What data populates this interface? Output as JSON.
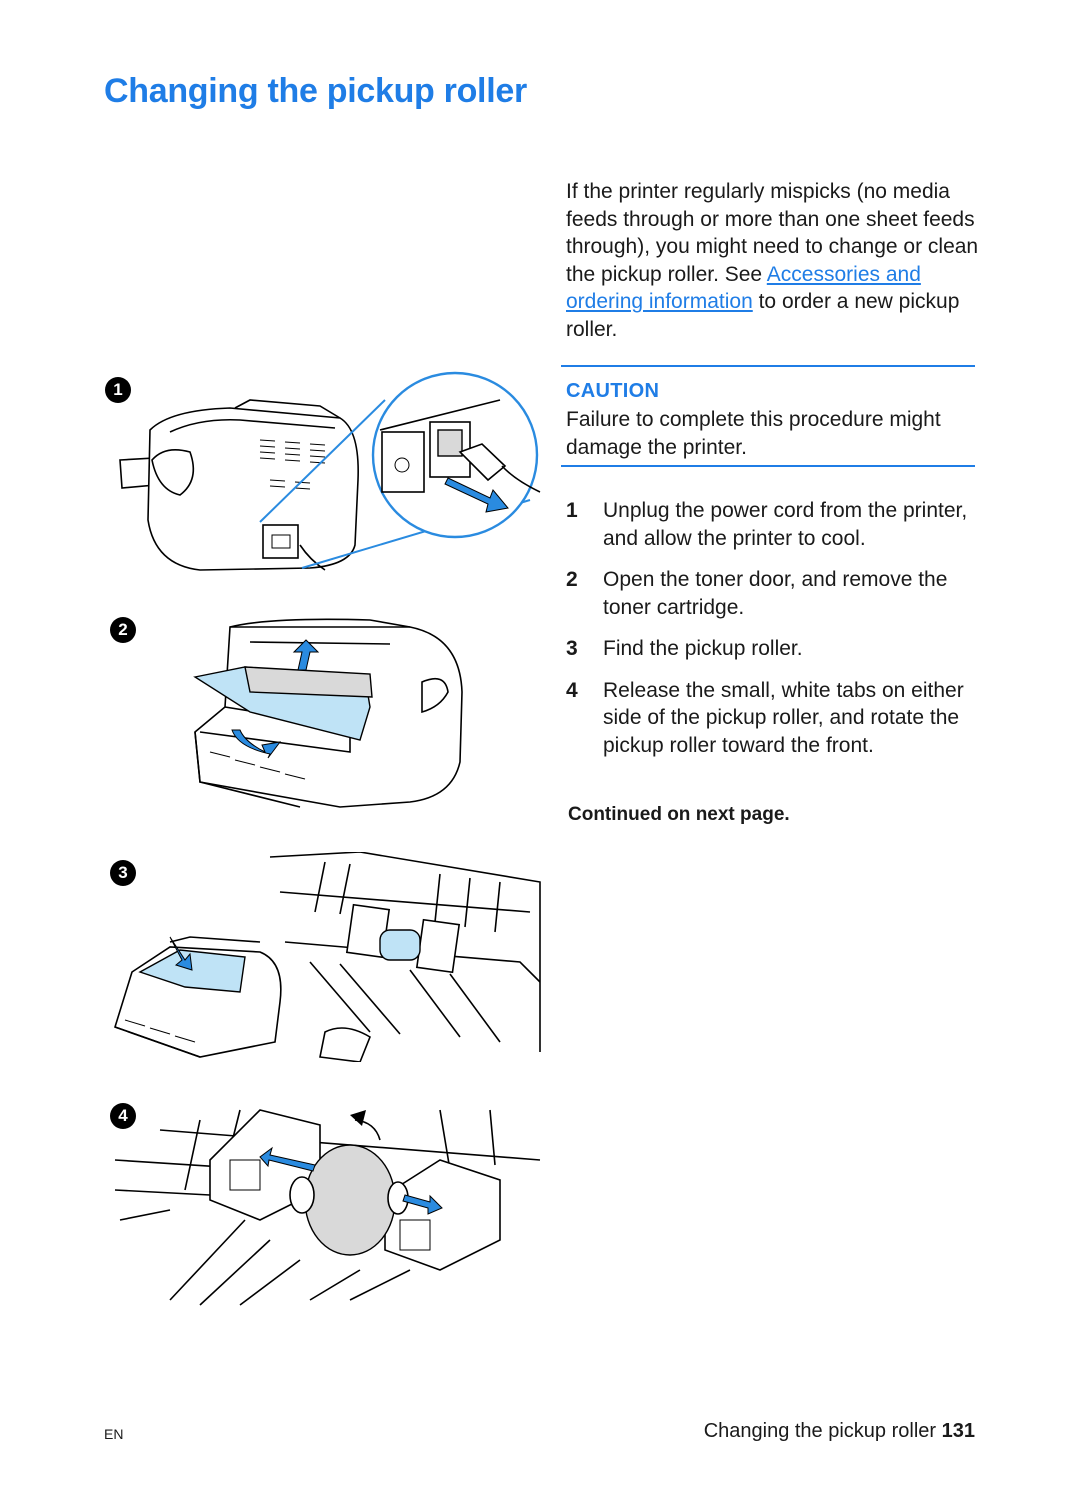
{
  "page": {
    "title": "Changing the pickup roller",
    "intro_before_link": "If the printer regularly mispicks (no media feeds through or more than one sheet feeds through), you might need to change or clean the pickup roller. See ",
    "intro_link": "Accessories and ordering information",
    "intro_after_link": " to order a new pickup roller.",
    "caution": {
      "label": "CAUTION",
      "text": "Failure to complete this procedure might damage the printer."
    },
    "steps": [
      {
        "num": "1",
        "text": "Unplug the power cord from the printer, and allow the printer to cool."
      },
      {
        "num": "2",
        "text": "Open the toner door, and remove the toner cartridge."
      },
      {
        "num": "3",
        "text": "Find the pickup roller."
      },
      {
        "num": "4",
        "text": "Release the small, white tabs on either side of the pickup roller, and rotate the pickup roller toward the front."
      }
    ],
    "continued": "Continued on next page.",
    "figure_markers": [
      "1",
      "2",
      "3",
      "4"
    ],
    "footer": {
      "left": "EN",
      "right_text": "Changing the pickup roller",
      "page_number": "131"
    }
  },
  "colors": {
    "accent": "#1f7de6",
    "illustration_blue": "#bfe3f6"
  }
}
